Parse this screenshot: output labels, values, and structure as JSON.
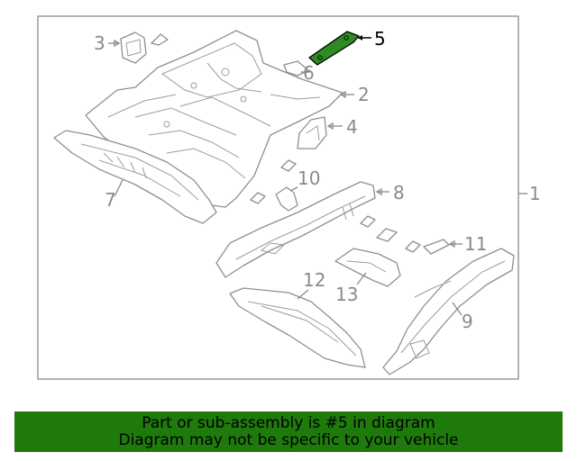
{
  "diagram": {
    "callouts": {
      "c1": "1",
      "c2": "2",
      "c3": "3",
      "c4": "4",
      "c5": "5",
      "c6": "6",
      "c7": "7",
      "c8": "8",
      "c9": "9",
      "c10": "10",
      "c11": "11",
      "c12": "12",
      "c13": "13"
    },
    "highlighted_part": "5",
    "colors": {
      "highlight": "#2e8b21",
      "banner": "#1f7a0c",
      "frame": "#8a8a8a"
    }
  },
  "banner": {
    "line1": "Part or sub-assembly is #5 in diagram",
    "line2": "Diagram may not be specific to your vehicle"
  }
}
